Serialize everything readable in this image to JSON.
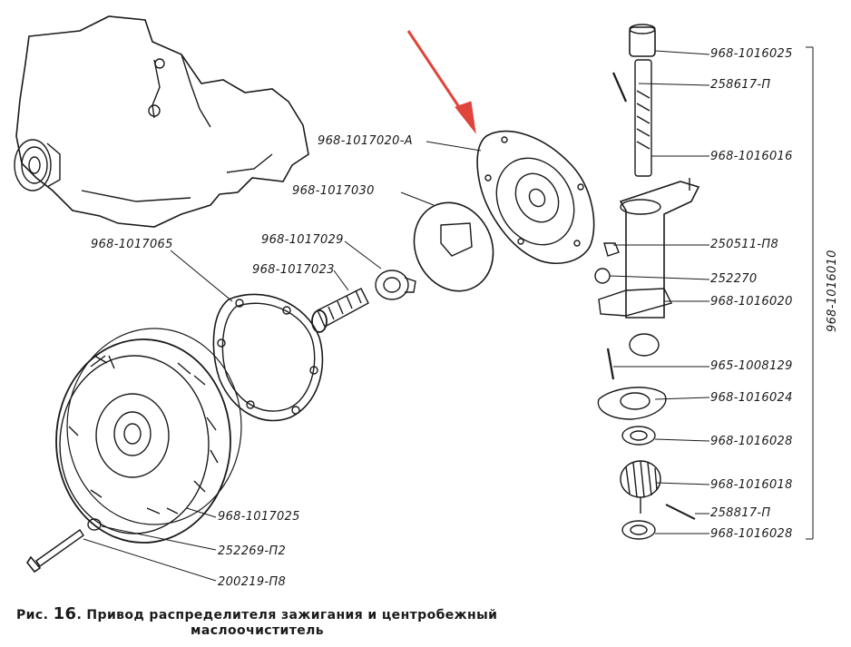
{
  "diagram": {
    "callouts": {
      "top_right_1": "968-1016025",
      "top_right_2": "258617-П",
      "top_right_3": "968-1016016",
      "cover": "968-1017020-А",
      "disk": "968-1017030",
      "washer_lock": "968-1017029",
      "screw": "968-1017023",
      "gasket": "968-1017065",
      "nut": "250511-П8",
      "spring_washer": "252270",
      "housing": "968-1016020",
      "pin": "965-1008129",
      "flange_gasket": "968-1016024",
      "washer_upper": "968-1016028",
      "gear": "968-1016018",
      "cotter": "258817-П",
      "washer_lower": "968-1016028",
      "rotor": "968-1017025",
      "small_washer": "252269-П2",
      "bolt": "200219-П8",
      "assembly": "968-1016010"
    },
    "caption": {
      "prefix": "Рис.",
      "number": "16",
      "line1": ". Привод распределителя зажигания и центробежный",
      "line2": "маслоочиститель"
    },
    "colors": {
      "ink": "#1a1a1a",
      "arrow": "#e0443b",
      "paper": "#ffffff"
    }
  }
}
